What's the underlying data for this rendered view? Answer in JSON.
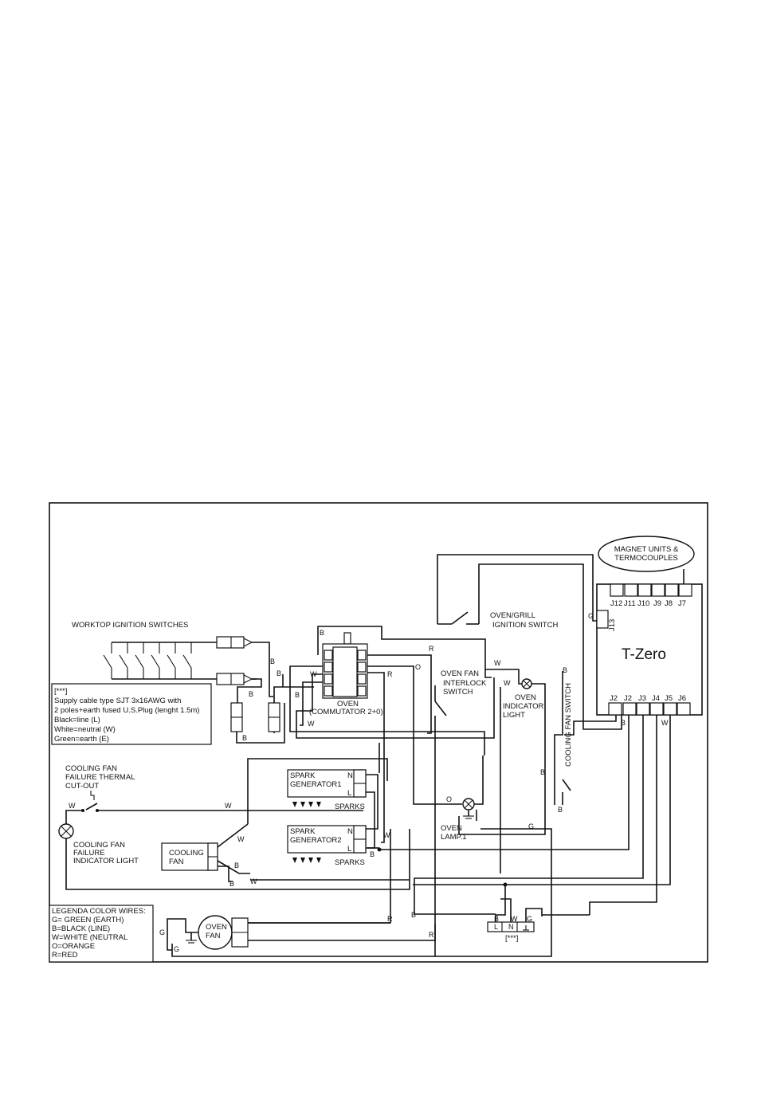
{
  "labels": {
    "magnet_units_1": "MAGNET UNITS &",
    "magnet_units_2": "TERMOCOUPLES",
    "tzero": "T-Zero",
    "connectors_top": [
      "J12",
      "J11",
      "J10",
      "J9",
      "J8",
      "J7"
    ],
    "connector_side": "J13",
    "connectors_bottom": [
      "J2",
      "J2",
      "J3",
      "J4",
      "J5",
      "J6"
    ],
    "oven_grill_1": "OVEN/GRILL",
    "oven_grill_2": "IGNITION SWITCH",
    "worktop_switches": "WORKTOP IGNITION SWITCHES",
    "oven_1": "OVEN",
    "oven_2": "(COMMUTATOR 2+0)",
    "interlock_1": "OVEN FAN",
    "interlock_2": "INTERLOCK",
    "interlock_3": "SWITCH",
    "indicator_1": "OVEN",
    "indicator_2": "INDICATOR",
    "indicator_3": "LIGHT",
    "cooling_fan_switch": "COOLING FAN SWITCH",
    "note_lines": [
      "[***]",
      "Supply cable type SJT 3x16AWG with",
      "2 poles+earth fused U.S.Plug (lenght 1.5m)",
      "Black=line (L)",
      "White=neutral (W)",
      "Green=earth (E)"
    ],
    "cutout_1": "COOLING FAN",
    "cutout_2": "FAILURE THERMAL",
    "cutout_3": "CUT-OUT",
    "spark1_1": "SPARK",
    "spark1_2": "GENERATOR1",
    "spark2_1": "SPARK",
    "spark2_2": "GENERATOR2",
    "sparks": "SPARKS",
    "failure_1": "COOLING FAN",
    "failure_2": "FAILURE",
    "failure_3": "INDICATOR LIGHT",
    "cooling_fan_1": "COOLING",
    "cooling_fan_2": "FAN",
    "lamp_1": "OVEN",
    "lamp_2": "LAMP.1",
    "oven_fan_1": "OVEN",
    "oven_fan_2": "FAN",
    "plug_note": "[***]",
    "legend_lines": [
      "LEGENDA COLOR WIRES:",
      "G= GREEN (EARTH)",
      "B=BLACK (LINE)",
      "W=WHITE (NEUTRAL",
      "O=ORANGE",
      "R=RED"
    ],
    "plug_pins": [
      "L",
      "N"
    ],
    "nl": [
      "N",
      "L"
    ],
    "wire_b": "B",
    "wire_w": "W",
    "wire_r": "R",
    "wire_o": "O",
    "wire_g": "G"
  }
}
